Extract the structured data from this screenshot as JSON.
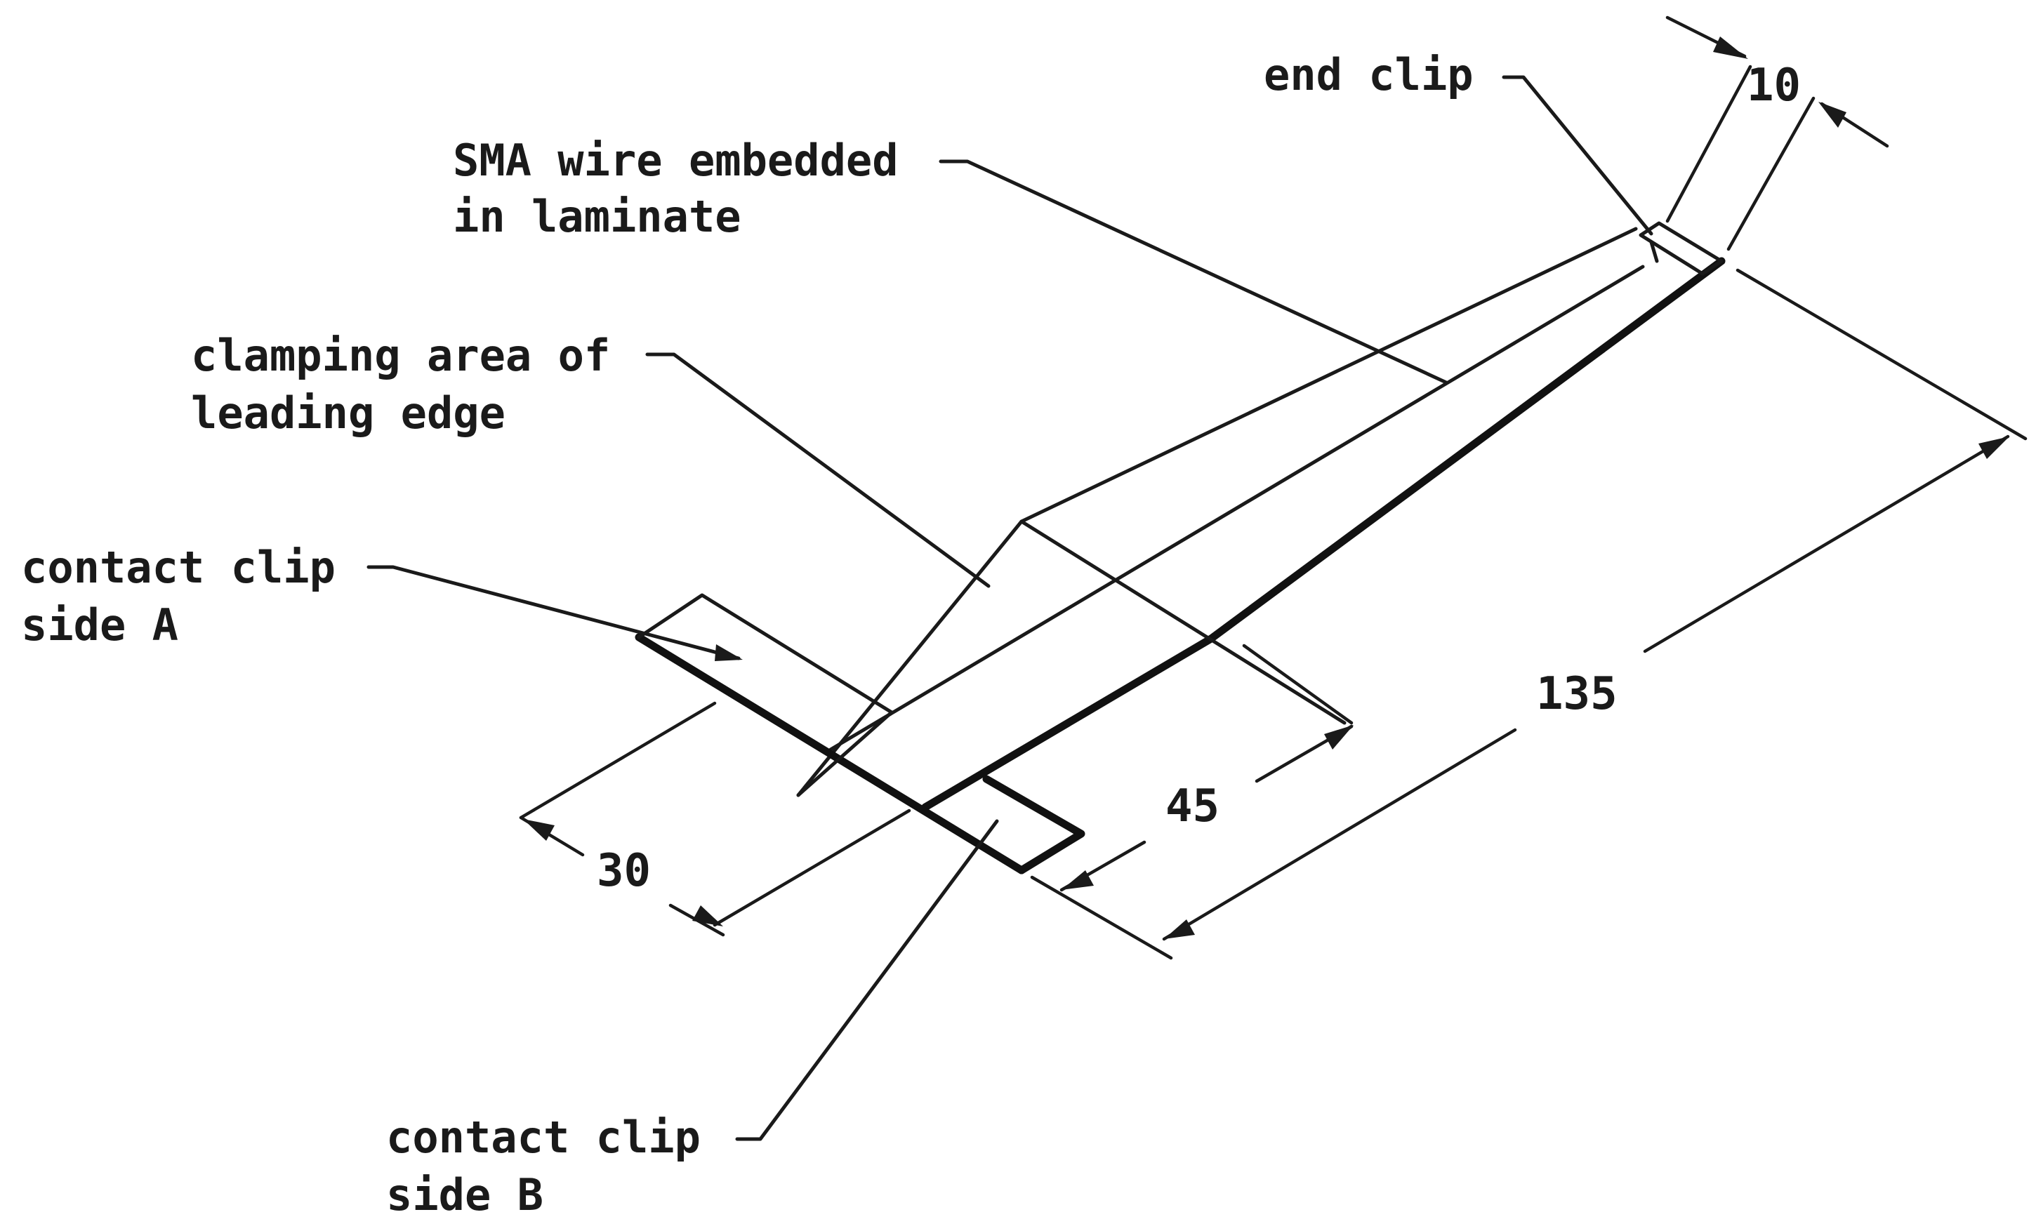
{
  "labels": {
    "end_clip": "end clip",
    "sma_wire_line1": "SMA wire embedded",
    "sma_wire_line2": "in laminate",
    "clamping_line1": "clamping area of",
    "clamping_line2": "leading edge",
    "contact_a_line1": "contact clip",
    "contact_a_line2": "side A",
    "contact_b_line1": "contact clip",
    "contact_b_line2": "side B"
  },
  "dimensions": {
    "end_clip_width": "10",
    "total_length": "135",
    "clamping_length": "45",
    "root_width": "30"
  }
}
